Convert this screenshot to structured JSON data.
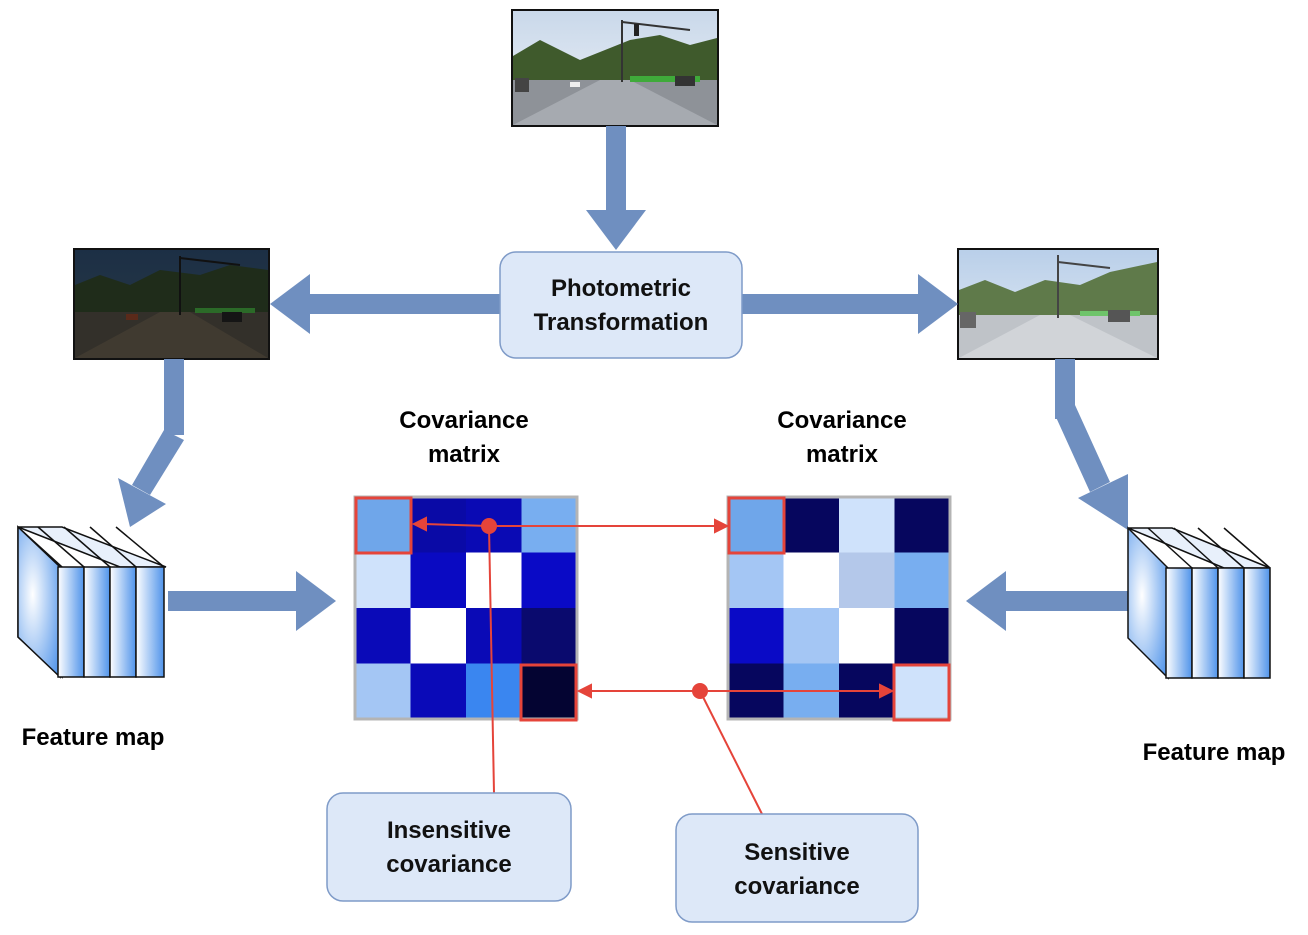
{
  "diagram": {
    "transform_box": {
      "line1": "Photometric",
      "line2": "Transformation"
    },
    "left_cov_title": {
      "line1": "Covariance",
      "line2": "matrix"
    },
    "right_cov_title": {
      "line1": "Covariance",
      "line2": "matrix"
    },
    "left_feature_label": "Feature map",
    "right_feature_label": "Feature map",
    "insensitive_box": {
      "line1": "Insensitive",
      "line2": "covariance"
    },
    "sensitive_box": {
      "line1": "Sensitive",
      "line2": "covariance"
    },
    "left_matrix_colors": [
      [
        "#6fa6ea",
        "#0a0aa6",
        "#0a0ab4",
        "#78aef0"
      ],
      [
        "#cfe2fb",
        "#0a0ac2",
        "#ffffff",
        "#0a0ac6"
      ],
      [
        "#0a0ab8",
        "#ffffff",
        "#0a0ab6",
        "#0a0a6e"
      ],
      [
        "#a4c6f4",
        "#0a0ab8",
        "#3a86f0",
        "#040432"
      ]
    ],
    "right_matrix_colors": [
      [
        "#6fa6ea",
        "#06065e",
        "#cfe2fb",
        "#06065e"
      ],
      [
        "#a4c6f4",
        "#ffffff",
        "#b4c8ea",
        "#78aef0"
      ],
      [
        "#0a0ac6",
        "#a4c6f4",
        "#ffffff",
        "#06065e"
      ],
      [
        "#06065e",
        "#78aef0",
        "#06065e",
        "#cfe2fb"
      ]
    ],
    "colors": {
      "arrow": "#6f8fc0",
      "box_fill": "#dde8f8",
      "box_stroke": "#7f9bc8",
      "highlight": "#e5443a",
      "matrix_border": "#b4b4b4"
    }
  }
}
